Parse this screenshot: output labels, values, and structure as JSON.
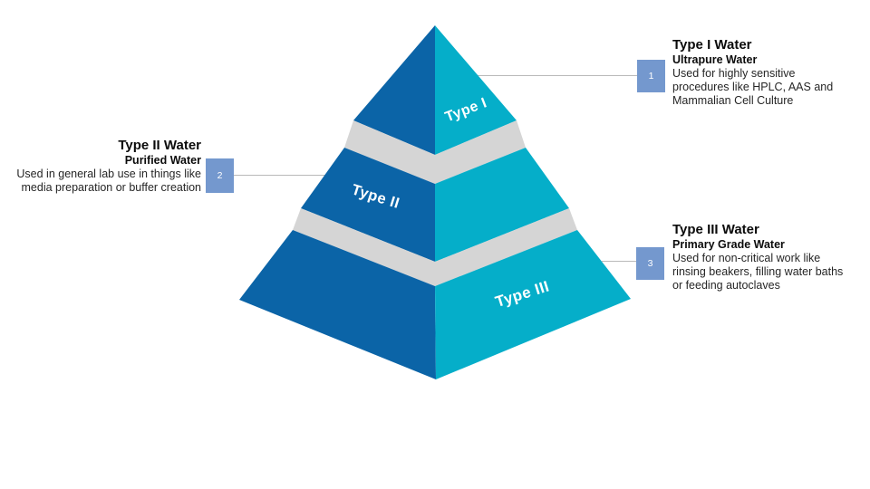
{
  "pyramid": {
    "tiers": [
      {
        "label": "Type I"
      },
      {
        "label": "Type II"
      },
      {
        "label": "Type III"
      }
    ]
  },
  "callouts": [
    {
      "number": "1",
      "title": "Type I Water",
      "subtitle": "Ultrapure Water",
      "description": "Used for highly sensitive procedures like HPLC, AAS and Mammalian Cell Culture",
      "side": "right"
    },
    {
      "number": "2",
      "title": "Type II Water",
      "subtitle": "Purified Water",
      "description": "Used in general lab use in things like media preparation or buffer creation",
      "side": "left"
    },
    {
      "number": "3",
      "title": "Type III Water",
      "subtitle": "Primary Grade Water",
      "description": "Used for non-critical work like rinsing beakers, filling water baths or feeding autoclaves",
      "side": "right"
    }
  ],
  "colors": {
    "face_left": "#0B64A7",
    "face_right": "#05AEC9",
    "band": "#D5D5D5",
    "badge": "#7498CE",
    "connector": "#B9B9B9",
    "title_text": "#0B0B0B",
    "body_text": "#262626",
    "tier_label_text": "#FFFFFF"
  }
}
